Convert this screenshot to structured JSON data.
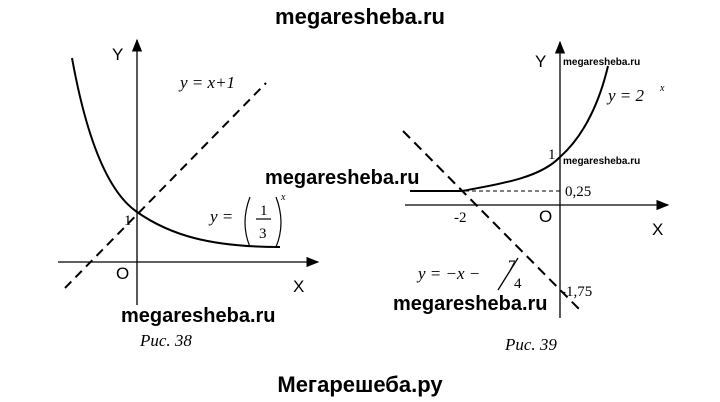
{
  "watermarks": {
    "top": "megaresheba.ru",
    "mid": "megaresheba.ru",
    "left_bottom": "megaresheba.ru",
    "right_bottom": "megaresheba.ru",
    "small_1": "megaresheba.ru",
    "small_2": "megaresheba.ru",
    "footer": "Мегарешеба.ру"
  },
  "fig38": {
    "caption": "Рис. 38",
    "y_axis": "Y",
    "x_axis": "X",
    "origin": "O",
    "one": "1",
    "line_label": "y = x+1",
    "curve_label_prefix": "y =",
    "frac_num": "1",
    "frac_den": "3",
    "exp": "x"
  },
  "fig39": {
    "caption": "Рис. 39",
    "y_axis": "Y",
    "x_axis": "X",
    "origin": "O",
    "one": "1",
    "y_025": "0,25",
    "x_minus2": "-2",
    "y_minus175": "-1,75",
    "curve_label": "y = 2",
    "curve_exp": "x",
    "line_label": "y = −x −",
    "line_num": "7",
    "line_den": "4"
  }
}
